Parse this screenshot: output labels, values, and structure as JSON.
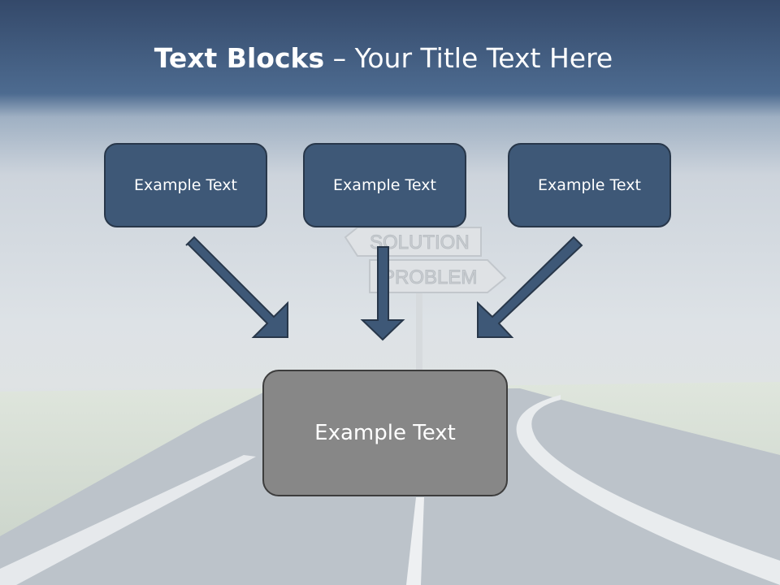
{
  "title": {
    "bold_part": "Text Blocks",
    "dash": "–",
    "rest": "Your Title Text Here"
  },
  "boxes": [
    {
      "label": "Example Text"
    },
    {
      "label": "Example Text"
    },
    {
      "label": "Example Text"
    }
  ],
  "main_box": {
    "label": "Example Text"
  },
  "sign": {
    "top": "SOLUTION",
    "bottom": "PROBLEM"
  },
  "colors": {
    "box_fill": "#3e5877",
    "box_border": "#28374a",
    "main_fill": "#878787",
    "header": "#3f5b7e"
  }
}
